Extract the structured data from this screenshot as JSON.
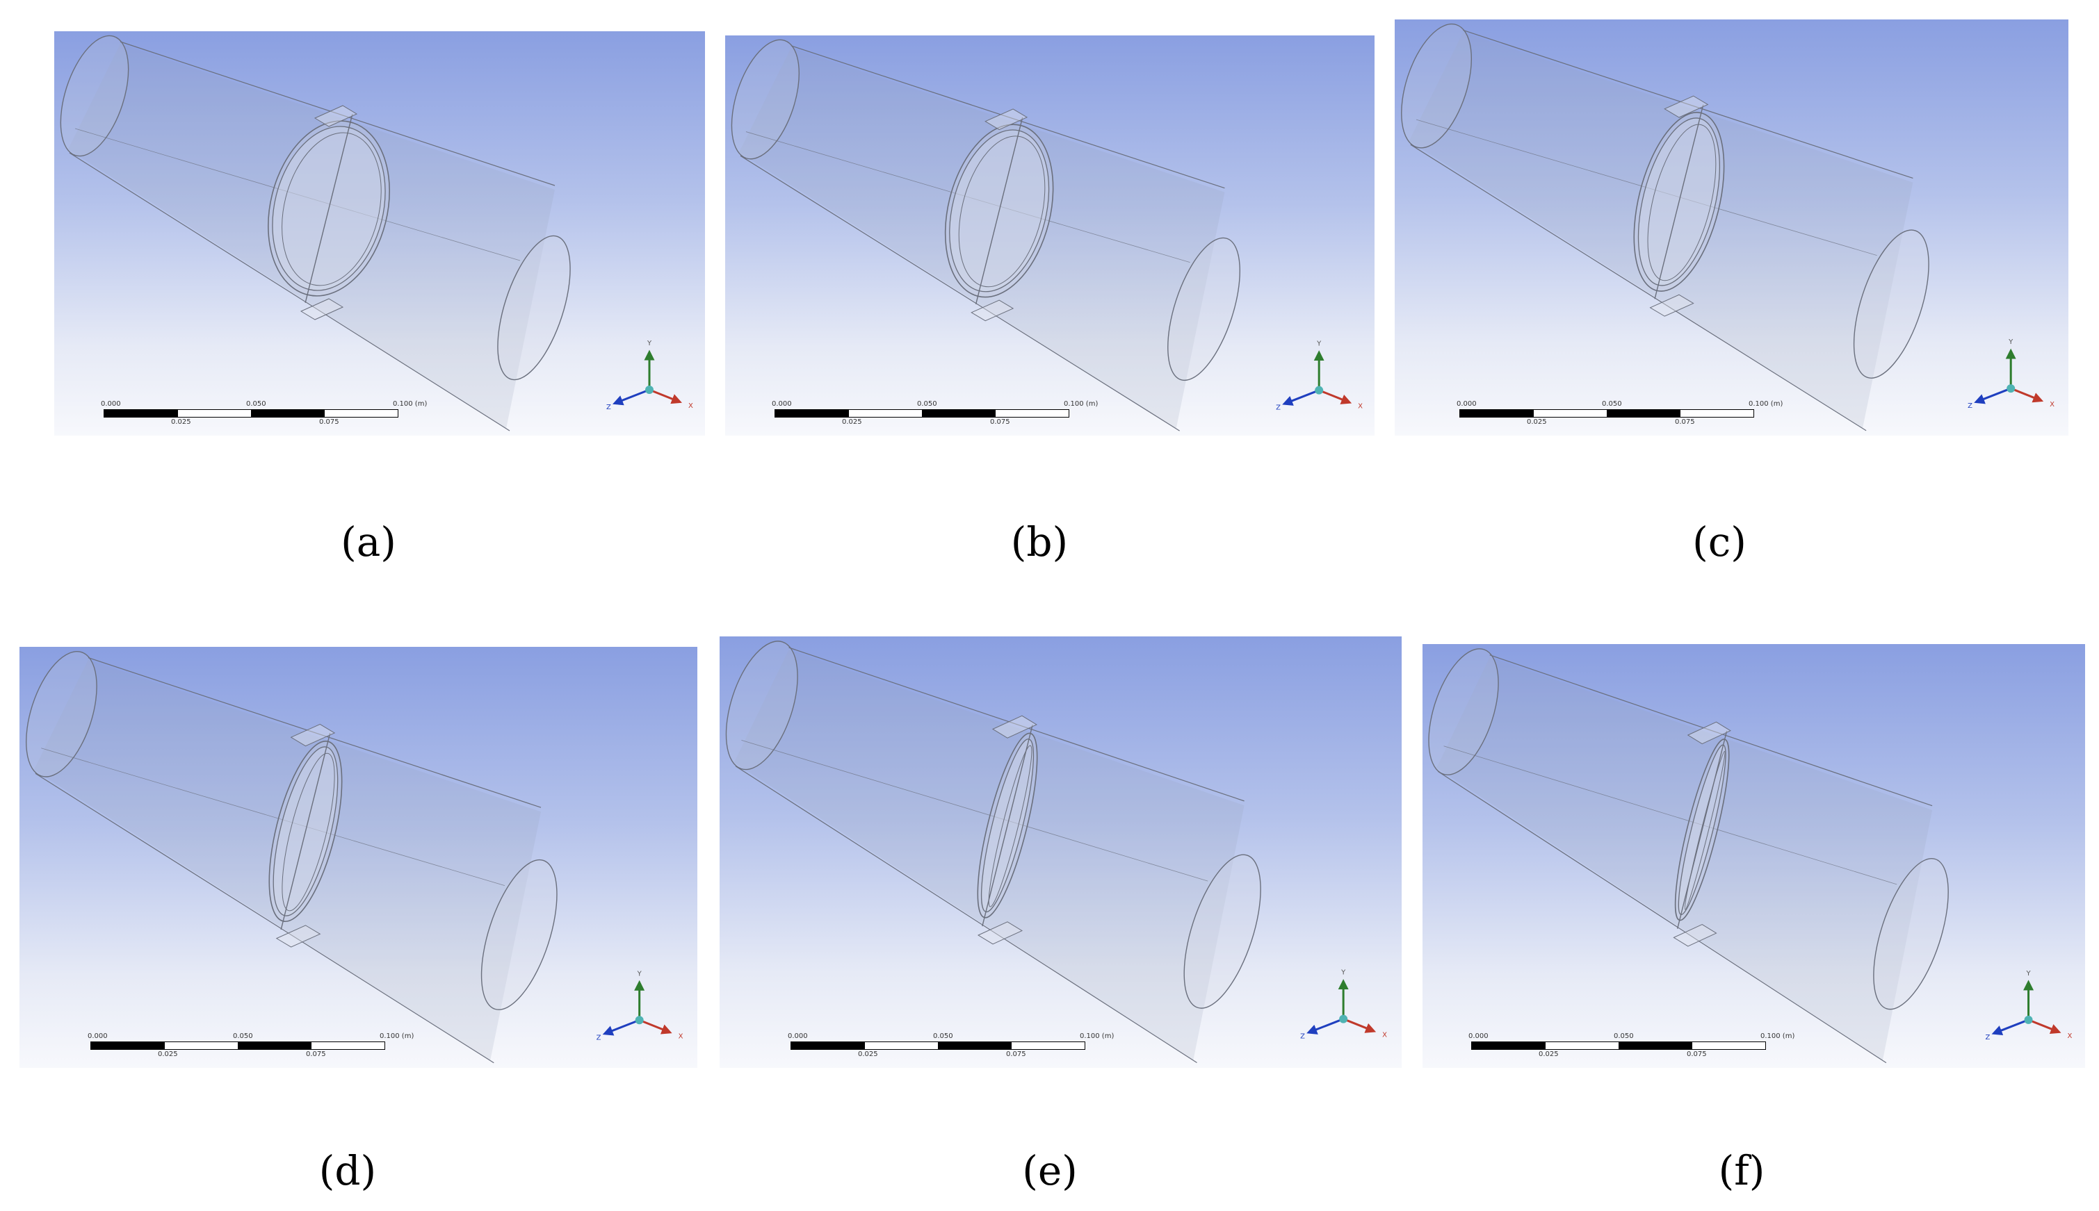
{
  "panels": [
    {
      "caption": "(a)",
      "scale_ticks": [
        "0.000",
        "0.050",
        "0.100 (m)",
        "0.025",
        "0.075"
      ],
      "axis_labels": {
        "y": "Y",
        "x": "X",
        "z": "Z"
      },
      "valve_opening_fraction": 1.0
    },
    {
      "caption": "(b)",
      "scale_ticks": [
        "0.000",
        "0.050",
        "0.100 (m)",
        "0.025",
        "0.075"
      ],
      "axis_labels": {
        "y": "Y",
        "x": "X",
        "z": "Z"
      },
      "valve_opening_fraction": 0.85
    },
    {
      "caption": "(c)",
      "scale_ticks": [
        "0.000",
        "0.050",
        "0.100 (m)",
        "0.025",
        "0.075"
      ],
      "axis_labels": {
        "y": "Y",
        "x": "X",
        "z": "Z"
      },
      "valve_opening_fraction": 0.6
    },
    {
      "caption": "(d)",
      "scale_ticks": [
        "0.000",
        "0.050",
        "0.100 (m)",
        "0.025",
        "0.075"
      ],
      "axis_labels": {
        "y": "Y",
        "x": "X",
        "z": "Z"
      },
      "valve_opening_fraction": 0.38
    },
    {
      "caption": "(e)",
      "scale_ticks": [
        "0.000",
        "0.050",
        "0.100 (m)",
        "0.025",
        "0.075"
      ],
      "axis_labels": {
        "y": "Y",
        "x": "X",
        "z": "Z"
      },
      "valve_opening_fraction": 0.18
    },
    {
      "caption": "(f)",
      "scale_ticks": [
        "0.000",
        "0.050",
        "0.100 (m)",
        "0.025",
        "0.075"
      ],
      "axis_labels": {
        "y": "Y",
        "x": "X",
        "z": "Z"
      },
      "valve_opening_fraction": 0.1
    }
  ],
  "colors": {
    "axis_y": "#2e7d2e",
    "axis_x": "#c0392b",
    "axis_z": "#1f3fbf",
    "origin": "#4fb3b3",
    "wireframe": "#6a6f7d"
  }
}
